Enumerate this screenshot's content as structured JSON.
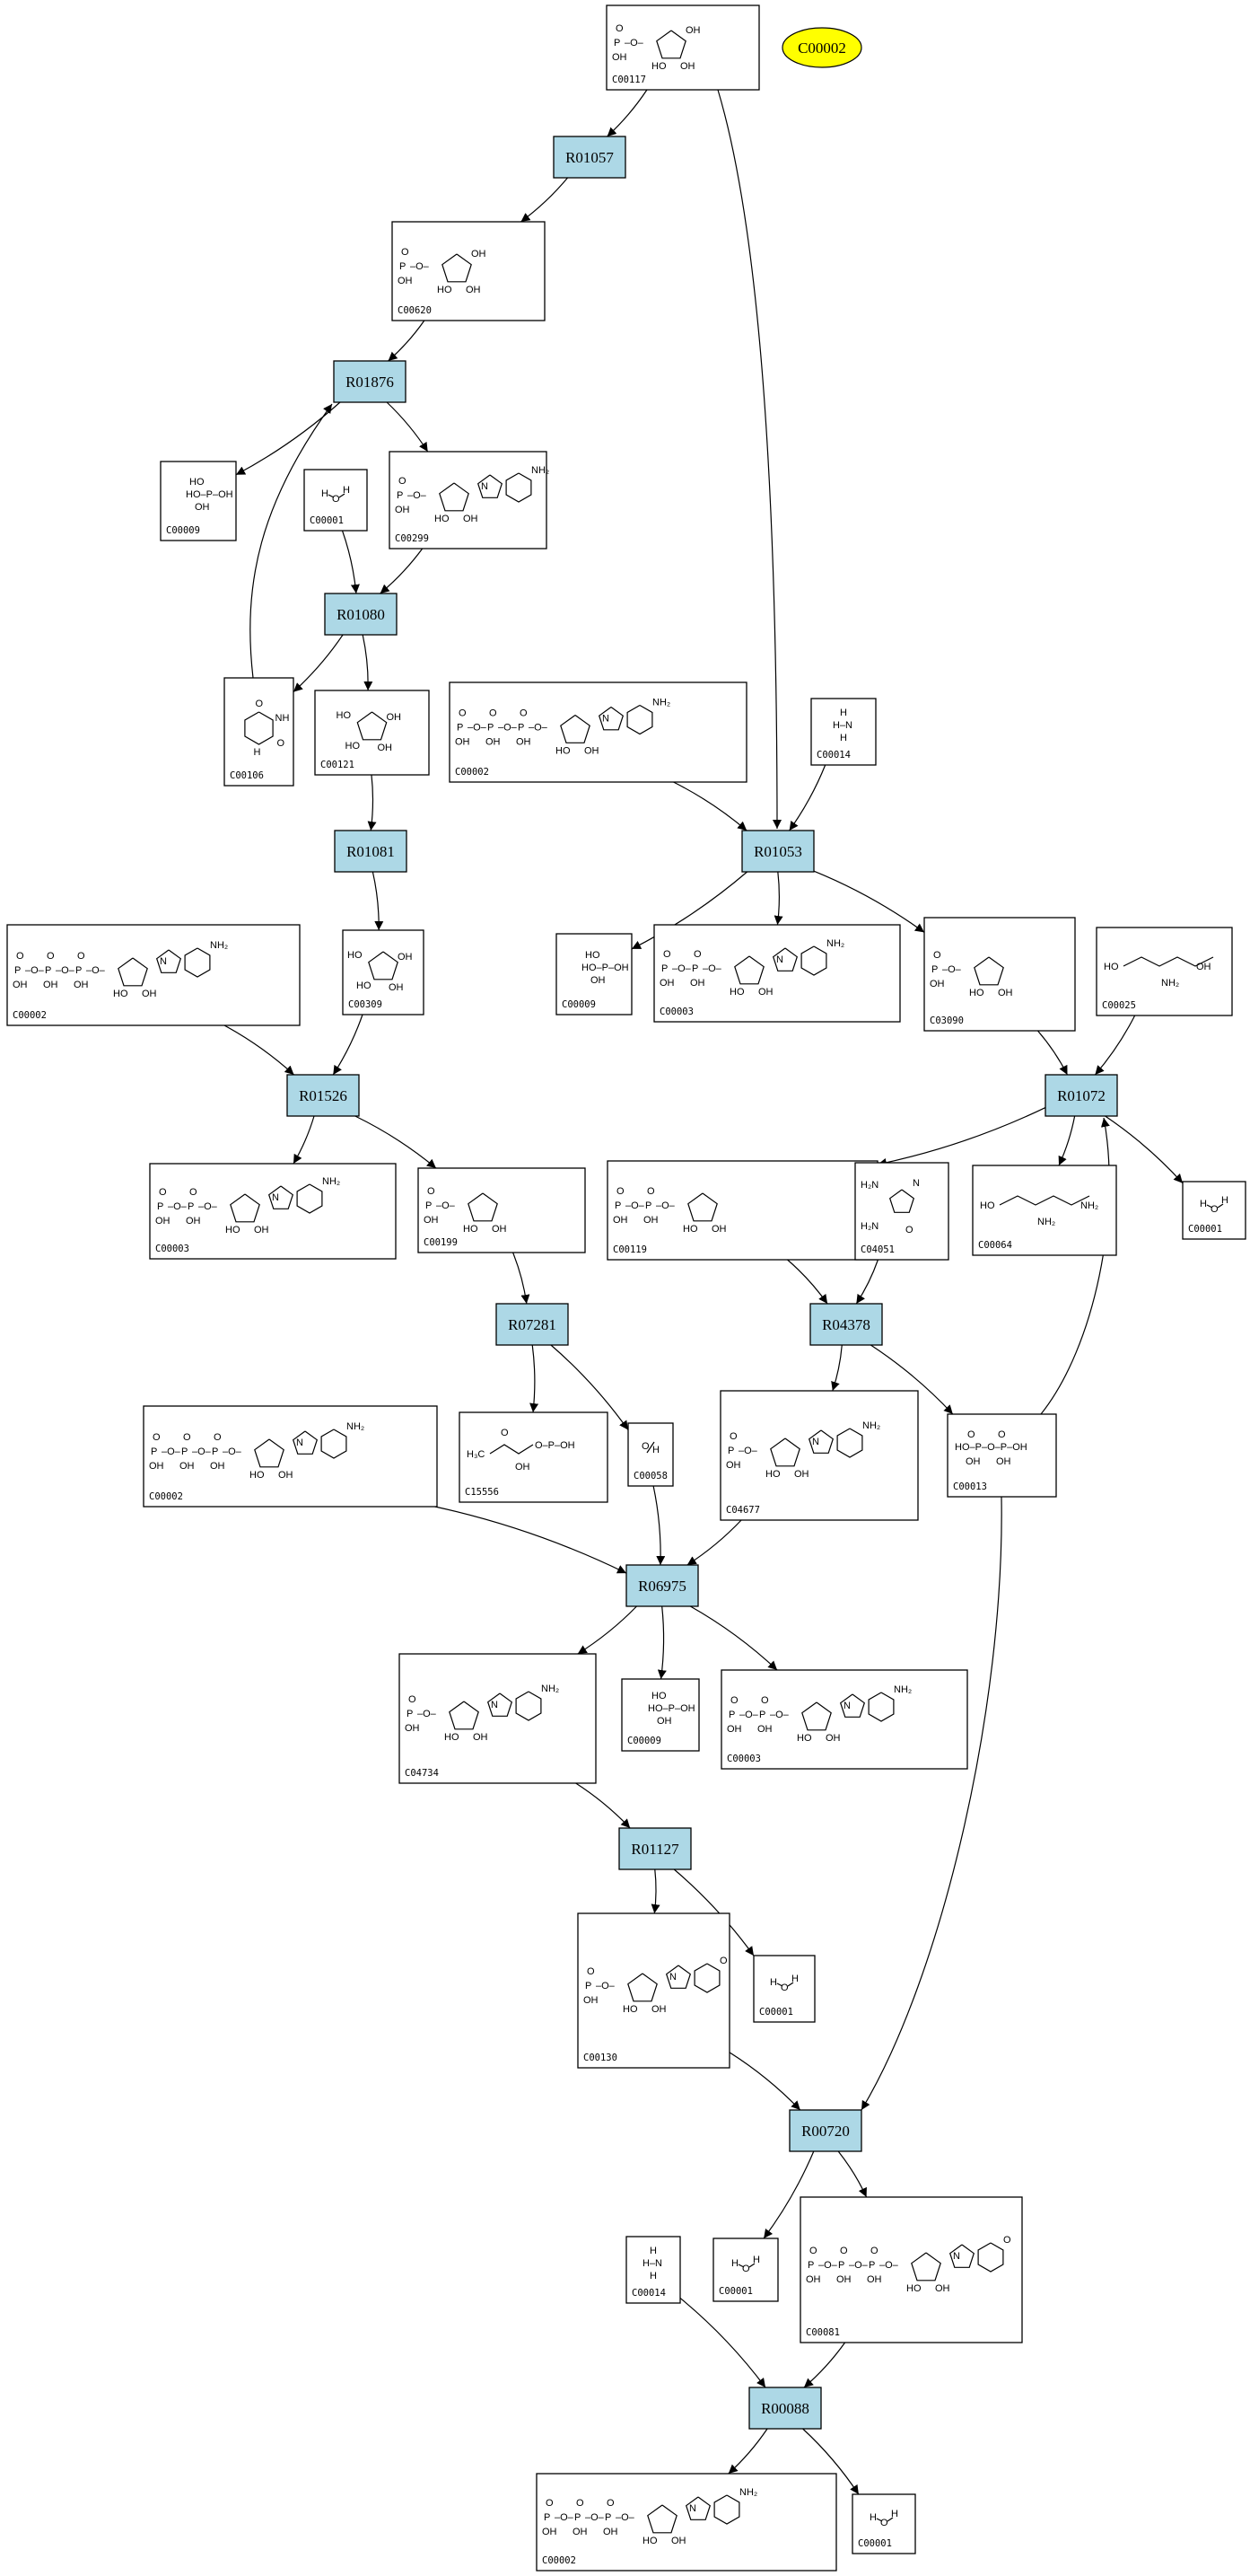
{
  "legend": {
    "label": "C00002",
    "color": "#ffff00"
  },
  "colors": {
    "reaction_fill": "#add8e6",
    "compound_fill": "#ffffff",
    "edge": "#000000"
  },
  "reactions": [
    {
      "id": "R01057"
    },
    {
      "id": "R01876"
    },
    {
      "id": "R01080"
    },
    {
      "id": "R01081"
    },
    {
      "id": "R01053"
    },
    {
      "id": "R01526"
    },
    {
      "id": "R01072"
    },
    {
      "id": "R07281"
    },
    {
      "id": "R04378"
    },
    {
      "id": "R06975"
    },
    {
      "id": "R01127"
    },
    {
      "id": "R00720"
    },
    {
      "id": "R00088"
    }
  ],
  "compounds": [
    {
      "id": "C00117",
      "kind": "ribose5p"
    },
    {
      "id": "C00620",
      "kind": "ribose1p"
    },
    {
      "id": "C00009",
      "kind": "phosphate"
    },
    {
      "id": "C00001",
      "kind": "water"
    },
    {
      "id": "C00299",
      "kind": "uridine"
    },
    {
      "id": "C00106",
      "kind": "uracil"
    },
    {
      "id": "C00121",
      "kind": "ribose"
    },
    {
      "id": "C00002",
      "kind": "atp"
    },
    {
      "id": "C00014",
      "kind": "ammonia"
    },
    {
      "id": "C00309",
      "kind": "ribulose"
    },
    {
      "id": "C00002",
      "kind": "atp"
    },
    {
      "id": "C00009",
      "kind": "phosphate"
    },
    {
      "id": "C00003",
      "kind": "adp"
    },
    {
      "id": "C03090",
      "kind": "prpp_amine"
    },
    {
      "id": "C00025",
      "kind": "glutamate"
    },
    {
      "id": "C00003",
      "kind": "adp"
    },
    {
      "id": "C00199",
      "kind": "ribulose5p"
    },
    {
      "id": "C00119",
      "kind": "prpp"
    },
    {
      "id": "C04051",
      "kind": "aica"
    },
    {
      "id": "C00064",
      "kind": "glutamine"
    },
    {
      "id": "C00001",
      "kind": "water"
    },
    {
      "id": "C00002",
      "kind": "atp"
    },
    {
      "id": "C15556",
      "kind": "dhbp"
    },
    {
      "id": "C00058",
      "kind": "formate"
    },
    {
      "id": "C04677",
      "kind": "aicar"
    },
    {
      "id": "C00013",
      "kind": "pyrophosphate"
    },
    {
      "id": "C04734",
      "kind": "faicar"
    },
    {
      "id": "C00009",
      "kind": "phosphate"
    },
    {
      "id": "C00003",
      "kind": "adp"
    },
    {
      "id": "C00130",
      "kind": "imp"
    },
    {
      "id": "C00001",
      "kind": "water"
    },
    {
      "id": "C00014",
      "kind": "ammonia"
    },
    {
      "id": "C00001",
      "kind": "water"
    },
    {
      "id": "C00081",
      "kind": "itp"
    },
    {
      "id": "C00002",
      "kind": "atp"
    },
    {
      "id": "C00001",
      "kind": "water"
    }
  ]
}
